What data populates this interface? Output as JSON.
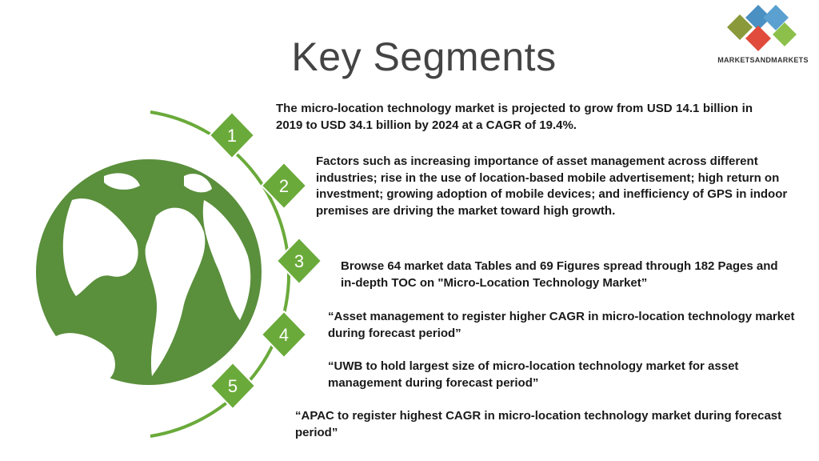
{
  "title": "Key Segments",
  "logo": {
    "text": "MARKETSANDMARKETS",
    "colors": [
      "#e14b3b",
      "#4a90c2",
      "#8cc04b",
      "#3a7a3a"
    ]
  },
  "accent_color": "#6aaa3a",
  "globe_color": "#5a8f3c",
  "markers": [
    "1",
    "2",
    "3",
    "4",
    "5"
  ],
  "paragraphs": [
    "The micro-location technology market is projected to grow from USD 14.1 billion in 2019 to USD 34.1 billion by 2024 at a CAGR of 19.4%.",
    "Factors such as increasing importance of asset management across different industries; rise in the use of location-based mobile advertisement; high return on investment; growing adoption of mobile devices; and inefficiency of GPS in indoor premises are driving the market toward high growth.",
    "Browse 64 market data Tables and 69 Figures spread through 182 Pages and in-depth TOC on \"Micro-Location Technology Market”",
    "“Asset management to register higher CAGR in micro-location technology market during forecast period”",
    "“UWB to hold largest size of micro-location technology market for asset management during forecast period”",
    "“APAC to register highest CAGR in micro-location technology market during forecast period”"
  ]
}
